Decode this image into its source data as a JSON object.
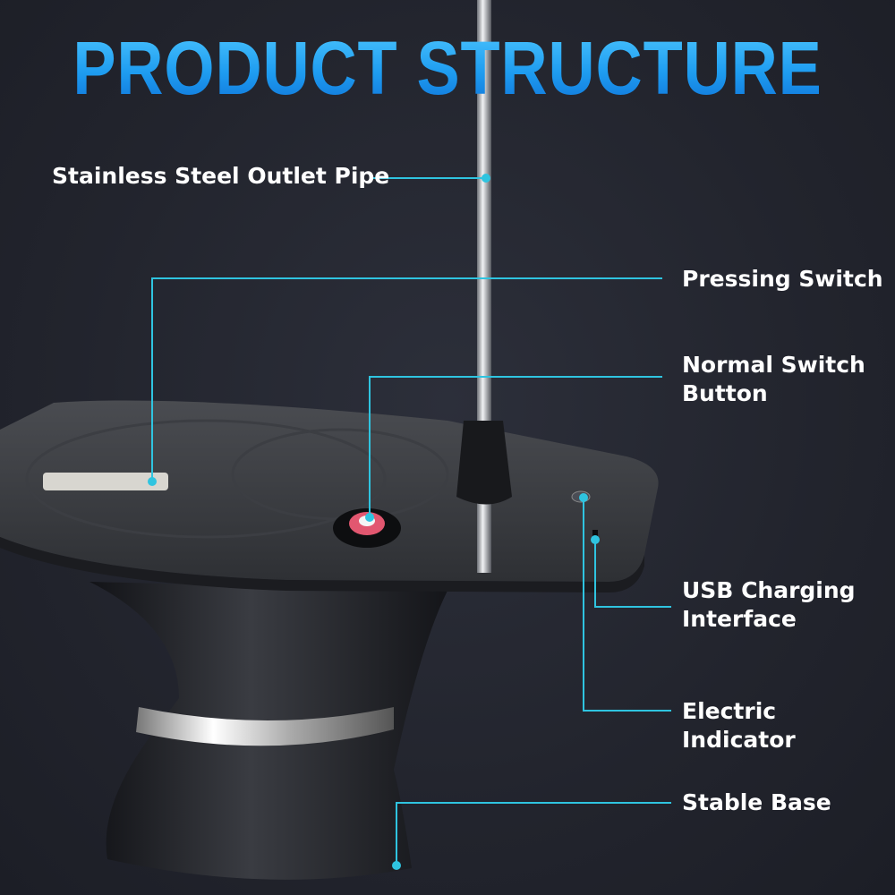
{
  "title": "PRODUCT STRUCTURE",
  "labels": {
    "outlet_pipe": "Stainless Steel Outlet Pipe",
    "pressing_switch": "Pressing Switch",
    "normal_switch_line1": "Normal Switch",
    "normal_switch_line2": "Button",
    "usb_line1": "USB Charging",
    "usb_line2": "Interface",
    "electric_indicator": "Electric Indicator",
    "stable_base": "Stable Base"
  },
  "colors": {
    "leader_line": "#2fc4e0",
    "title_top": "#4fc8ff",
    "title_bottom": "#0d6fd6",
    "background": "#23252e"
  }
}
